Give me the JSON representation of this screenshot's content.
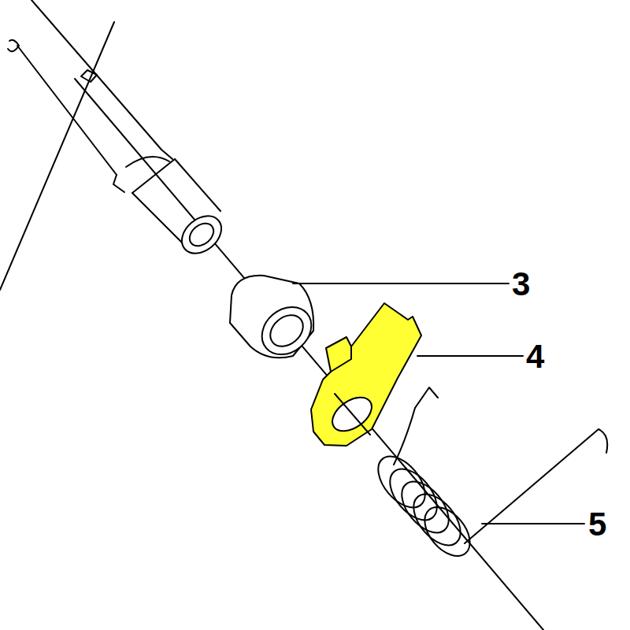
{
  "diagram": {
    "labels": [
      "3",
      "4",
      "5"
    ]
  }
}
